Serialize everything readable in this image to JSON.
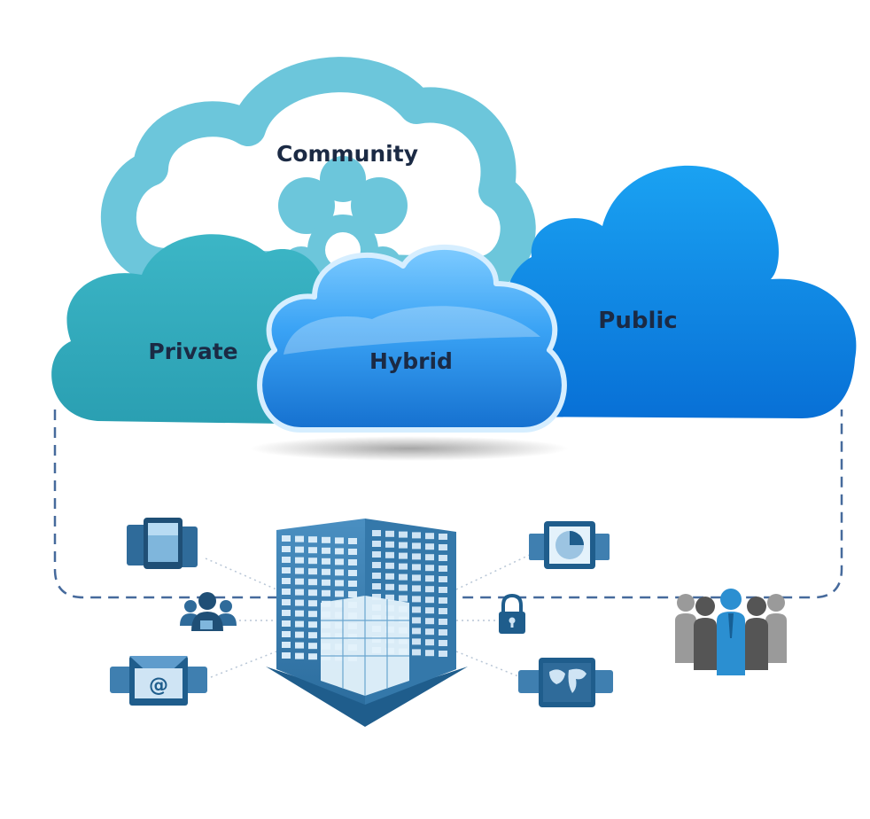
{
  "clouds": {
    "community": {
      "label": "Community"
    },
    "private": {
      "label": "Private"
    },
    "hybrid": {
      "label": "Hybrid"
    },
    "public": {
      "label": "Public"
    }
  },
  "icons": {
    "left": [
      "mobile-devices-icon",
      "user-group-icon",
      "email-icon"
    ],
    "right": [
      "pie-chart-report-icon",
      "lock-icon",
      "world-map-icon"
    ],
    "center": "office-building-icon",
    "far_right": "business-people-icon"
  },
  "colors": {
    "community": "#6cc6db",
    "private": "#35aebf",
    "hybrid": "#1f8ae2",
    "public": "#0a86e8",
    "boundary": "#466a9c",
    "building": "#3a7fb2",
    "label": "#1b2a44"
  }
}
